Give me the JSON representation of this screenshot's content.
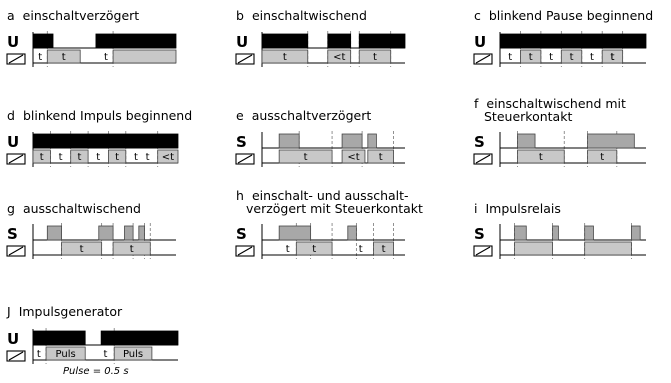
{
  "panels": [
    {
      "id": "a",
      "title": "einschaltverzögert",
      "title2": "",
      "signal": "U",
      "top": [
        [
          0,
          0.14,
          "solid"
        ],
        [
          0.44,
          1.0,
          "solid"
        ]
      ],
      "bot": [
        [
          0.1,
          0.33,
          "t"
        ],
        [
          0.56,
          1.0,
          ""
        ]
      ],
      "lbls": [
        [
          0.05,
          "t"
        ],
        [
          0.51,
          "t"
        ]
      ],
      "dash": [
        0.1,
        0.56
      ],
      "note": ""
    },
    {
      "id": "b",
      "title": "einschaltwischend",
      "title2": "",
      "signal": "U",
      "top": [
        [
          0,
          0.32,
          "solid"
        ],
        [
          0.46,
          0.62,
          "solid"
        ],
        [
          0.68,
          1.0,
          "solid"
        ]
      ],
      "bot": [
        [
          0,
          0.32,
          "t"
        ],
        [
          0.46,
          0.62,
          "<t"
        ],
        [
          0.68,
          0.9,
          "t"
        ]
      ],
      "lbls": [],
      "dash": [
        0.32,
        0.46,
        0.62,
        0.68,
        0.9
      ],
      "note": ""
    },
    {
      "id": "c",
      "title": "blinkend Pause beginnend",
      "title2": "",
      "signal": "U",
      "top": [
        [
          0,
          1.0,
          "solid"
        ]
      ],
      "bot": [
        [
          0.14,
          0.28,
          "t"
        ],
        [
          0.42,
          0.56,
          "t"
        ],
        [
          0.7,
          0.84,
          "t"
        ]
      ],
      "lbls": [
        [
          0.07,
          "t"
        ],
        [
          0.35,
          "t"
        ],
        [
          0.63,
          "t"
        ],
        [
          0.77,
          "t"
        ]
      ],
      "dash": [
        0.14,
        0.28,
        0.42,
        0.56,
        0.7,
        0.84
      ],
      "note": ""
    },
    {
      "id": "d",
      "title": "blinkend Impuls beginnend",
      "title2": "",
      "signal": "U",
      "top": [
        [
          0,
          1.0,
          "solid"
        ]
      ],
      "bot": [
        [
          0,
          0.12,
          "t"
        ],
        [
          0.26,
          0.38,
          "t"
        ],
        [
          0.52,
          0.64,
          "t"
        ],
        [
          0.86,
          1.0,
          "<t"
        ]
      ],
      "lbls": [
        [
          0.19,
          "t"
        ],
        [
          0.45,
          "t"
        ],
        [
          0.71,
          "t"
        ],
        [
          0.79,
          "t"
        ]
      ],
      "dash": [
        0.12,
        0.26,
        0.38,
        0.52,
        0.64,
        0.86
      ],
      "note": ""
    },
    {
      "id": "e",
      "title": "ausschaltverzögert",
      "title2": "",
      "signal": "S",
      "top": [
        [
          0.12,
          0.26,
          "light"
        ],
        [
          0.56,
          0.7,
          "light"
        ],
        [
          0.74,
          0.8,
          "light"
        ]
      ],
      "bot": [
        [
          0.12,
          0.49,
          "t"
        ],
        [
          0.56,
          0.72,
          "<t"
        ],
        [
          0.74,
          0.92,
          "t"
        ]
      ],
      "lbls": [],
      "dash": [
        0.26,
        0.49,
        0.7,
        0.92
      ],
      "note": ""
    },
    {
      "id": "f",
      "title": "einschaltwischend mit",
      "title2": "Steuerkontakt",
      "signal": "S",
      "top": [
        [
          0.12,
          0.24,
          "light"
        ],
        [
          0.6,
          0.92,
          "light"
        ]
      ],
      "bot": [
        [
          0.12,
          0.44,
          "t"
        ],
        [
          0.6,
          0.8,
          "t"
        ]
      ],
      "lbls": [],
      "dash": [
        0.12,
        0.44,
        0.6,
        0.8
      ],
      "note": ""
    },
    {
      "id": "g",
      "title": "ausschaltwischend",
      "title2": "",
      "signal": "S",
      "top": [
        [
          0.1,
          0.2,
          "light"
        ],
        [
          0.46,
          0.56,
          "light"
        ],
        [
          0.64,
          0.7,
          "light"
        ],
        [
          0.74,
          0.78,
          "light"
        ]
      ],
      "bot": [
        [
          0.2,
          0.48,
          "t"
        ],
        [
          0.56,
          0.82,
          "t"
        ]
      ],
      "lbls": [],
      "dash": [
        0.2,
        0.48,
        0.56,
        0.7,
        0.78,
        0.82
      ],
      "note": ""
    },
    {
      "id": "h",
      "title": "einschalt- und ausschalt-",
      "title2": "verzögert mit Steuerkontakt",
      "signal": "S",
      "top": [
        [
          0.12,
          0.34,
          "light"
        ],
        [
          0.6,
          0.66,
          "light"
        ]
      ],
      "bot": [
        [
          0.24,
          0.49,
          "t"
        ],
        [
          0.78,
          0.92,
          "t"
        ]
      ],
      "lbls": [
        [
          0.18,
          "t"
        ],
        [
          0.69,
          "t"
        ]
      ],
      "dash": [
        0.24,
        0.34,
        0.49,
        0.66,
        0.78,
        0.92
      ],
      "note": ""
    },
    {
      "id": "i",
      "title": "Impulsrelais",
      "title2": "",
      "signal": "S",
      "top": [
        [
          0.1,
          0.18,
          "light"
        ],
        [
          0.36,
          0.4,
          "light"
        ],
        [
          0.58,
          0.64,
          "light"
        ],
        [
          0.9,
          0.96,
          "light"
        ]
      ],
      "bot": [
        [
          0.1,
          0.36,
          ""
        ],
        [
          0.58,
          0.9,
          ""
        ]
      ],
      "lbls": [],
      "dash": [
        0.1,
        0.36,
        0.58,
        0.9
      ],
      "note": ""
    },
    {
      "id": "J",
      "title": "Impulsgenerator",
      "title2": "",
      "signal": "U",
      "top": [
        [
          0,
          0.36,
          "solid"
        ],
        [
          0.47,
          1.0,
          "solid"
        ]
      ],
      "bot": [
        [
          0.09,
          0.36,
          "Puls"
        ],
        [
          0.56,
          0.82,
          "Puls"
        ]
      ],
      "lbls": [
        [
          0.04,
          "t"
        ],
        [
          0.5,
          "t"
        ]
      ],
      "dash": [
        0.09,
        0.56
      ],
      "note": "Pulse = 0.5 s"
    }
  ],
  "colors": {
    "solid": "#000000",
    "light": "#a8a8a8",
    "fill": "#c8c8c8",
    "stroke": "#444444",
    "line": "#000000"
  }
}
